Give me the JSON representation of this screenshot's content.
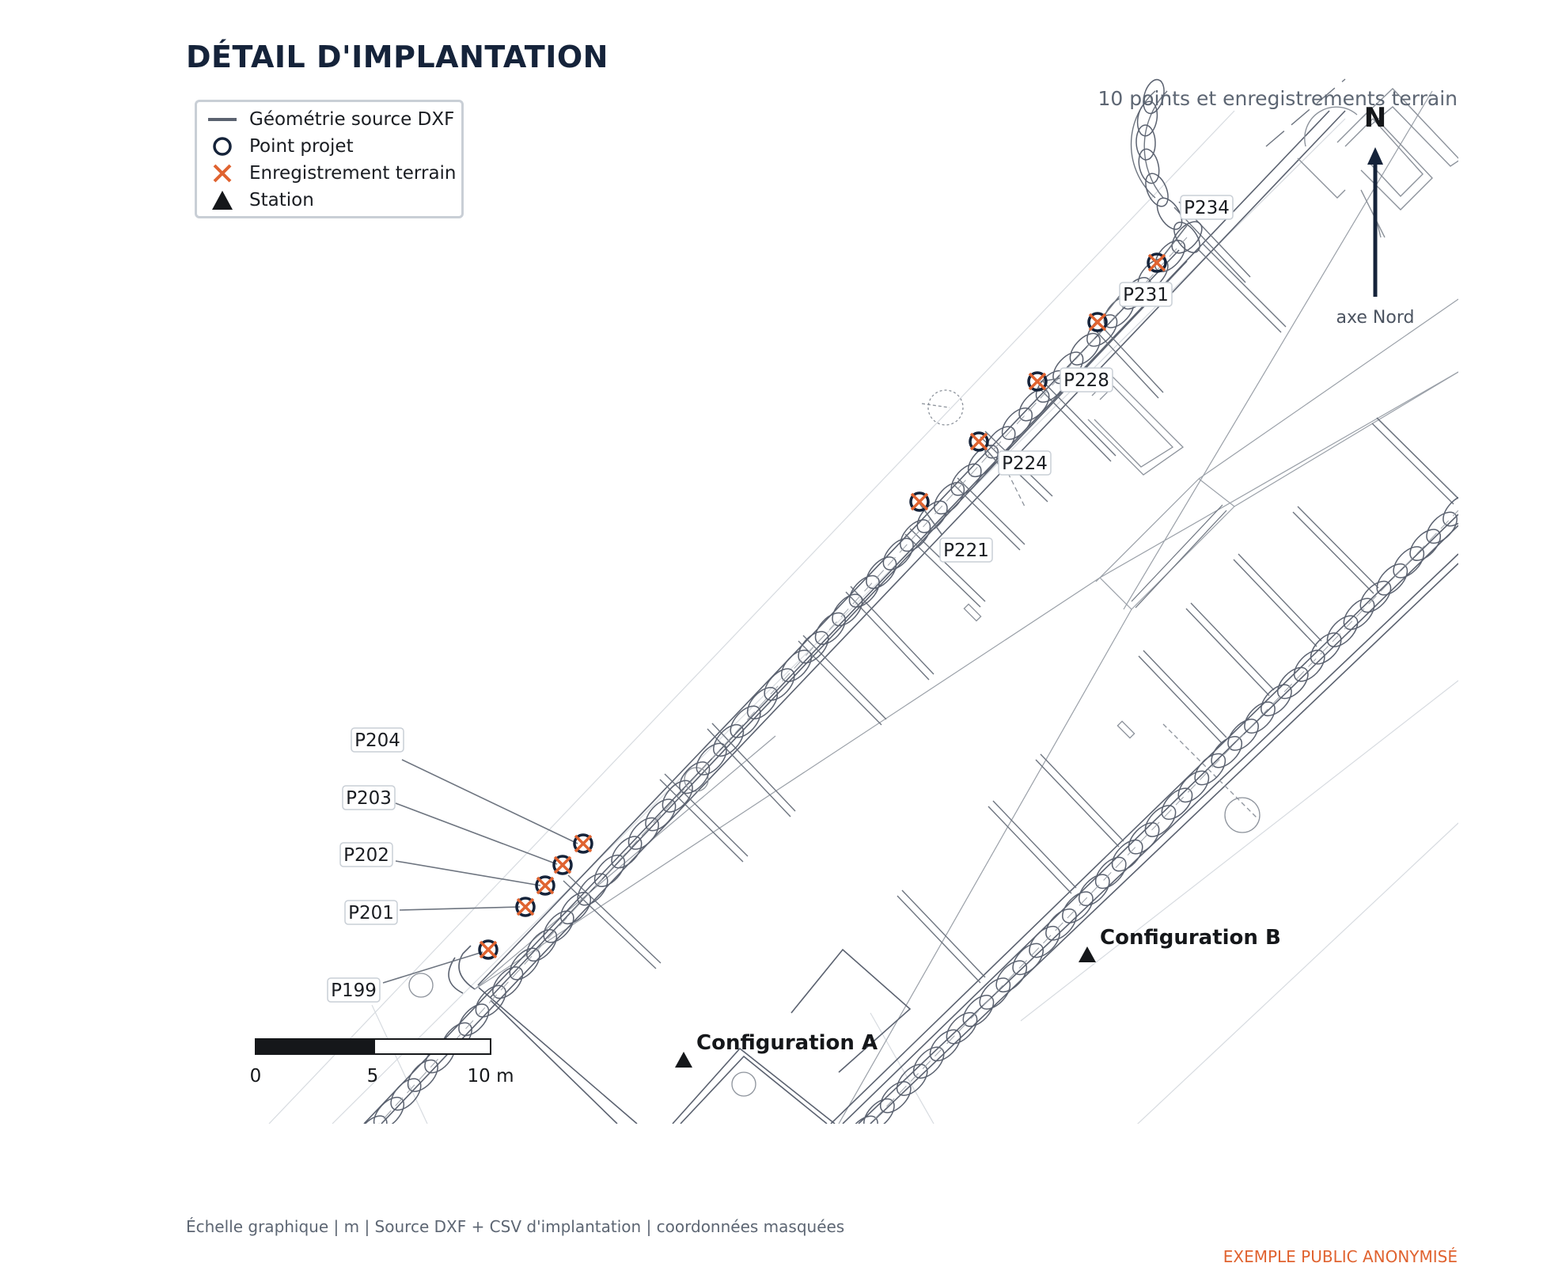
{
  "title": "DÉTAIL D'IMPLANTATION",
  "subtitle": "10 points et enregistrements terrain",
  "legend": {
    "items": [
      {
        "label": "Géométrie source DXF",
        "icon": "line-icon"
      },
      {
        "label": "Point projet",
        "icon": "circle-icon"
      },
      {
        "label": "Enregistrement terrain",
        "icon": "cross-icon"
      },
      {
        "label": "Station",
        "icon": "triangle-icon"
      }
    ]
  },
  "north": {
    "letter": "N",
    "caption": "axe Nord"
  },
  "points": [
    {
      "label": "P199"
    },
    {
      "label": "P201"
    },
    {
      "label": "P202"
    },
    {
      "label": "P203"
    },
    {
      "label": "P204"
    },
    {
      "label": "P221"
    },
    {
      "label": "P224"
    },
    {
      "label": "P228"
    },
    {
      "label": "P231"
    },
    {
      "label": "P234"
    }
  ],
  "stations": [
    {
      "label": "Configuration A"
    },
    {
      "label": "Configuration B"
    }
  ],
  "scale_bar": {
    "ticks": [
      "0",
      "5",
      "10 m"
    ]
  },
  "footer": "Échelle graphique | m | Source DXF + CSV d'implantation | coordonnées masquées",
  "stamp": "EXEMPLE PUBLIC ANONYMISÉ",
  "colors": {
    "project_point": "#15233a",
    "field_record": "#e06330",
    "station": "#15171a",
    "geometry": "#5b6270"
  }
}
